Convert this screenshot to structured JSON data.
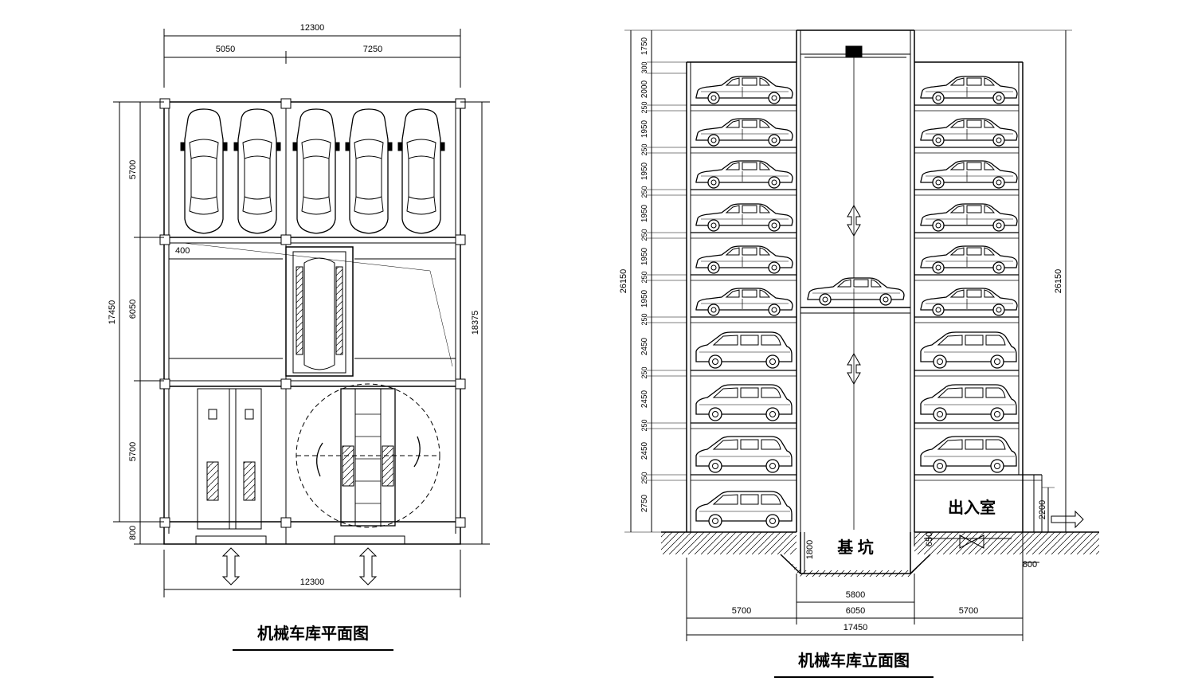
{
  "plan": {
    "title": "机械车库平面图",
    "dims": {
      "total_width": "12300",
      "left_bay": "5050",
      "right_bay": "7250",
      "bottom_width": "12300",
      "total_depth": "17450",
      "outer_depth": "18375",
      "row_top": "5700",
      "row_mid": "6050",
      "row_bot": "5700",
      "edge": "800",
      "offset": "400"
    }
  },
  "elevation": {
    "title": "机械车库立面图",
    "pit_label": "基 坑",
    "entrance_label": "出入室",
    "left_heights": [
      "1750",
      "300",
      "2000",
      "250",
      "1950",
      "250",
      "1950",
      "250",
      "1950",
      "250",
      "1950",
      "250",
      "1950",
      "250",
      "2450",
      "250",
      "2450",
      "250",
      "2450",
      "250",
      "2750"
    ],
    "total_height": "26150",
    "total_height_right": "26150",
    "pit_depth": "1800",
    "entrance_height": "2200",
    "sill": "650",
    "right_edge": "800",
    "bottom_dims": {
      "shaft_inner": "5800",
      "left_bay": "5700",
      "shaft": "6050",
      "right_bay": "5700",
      "total": "17450"
    }
  }
}
